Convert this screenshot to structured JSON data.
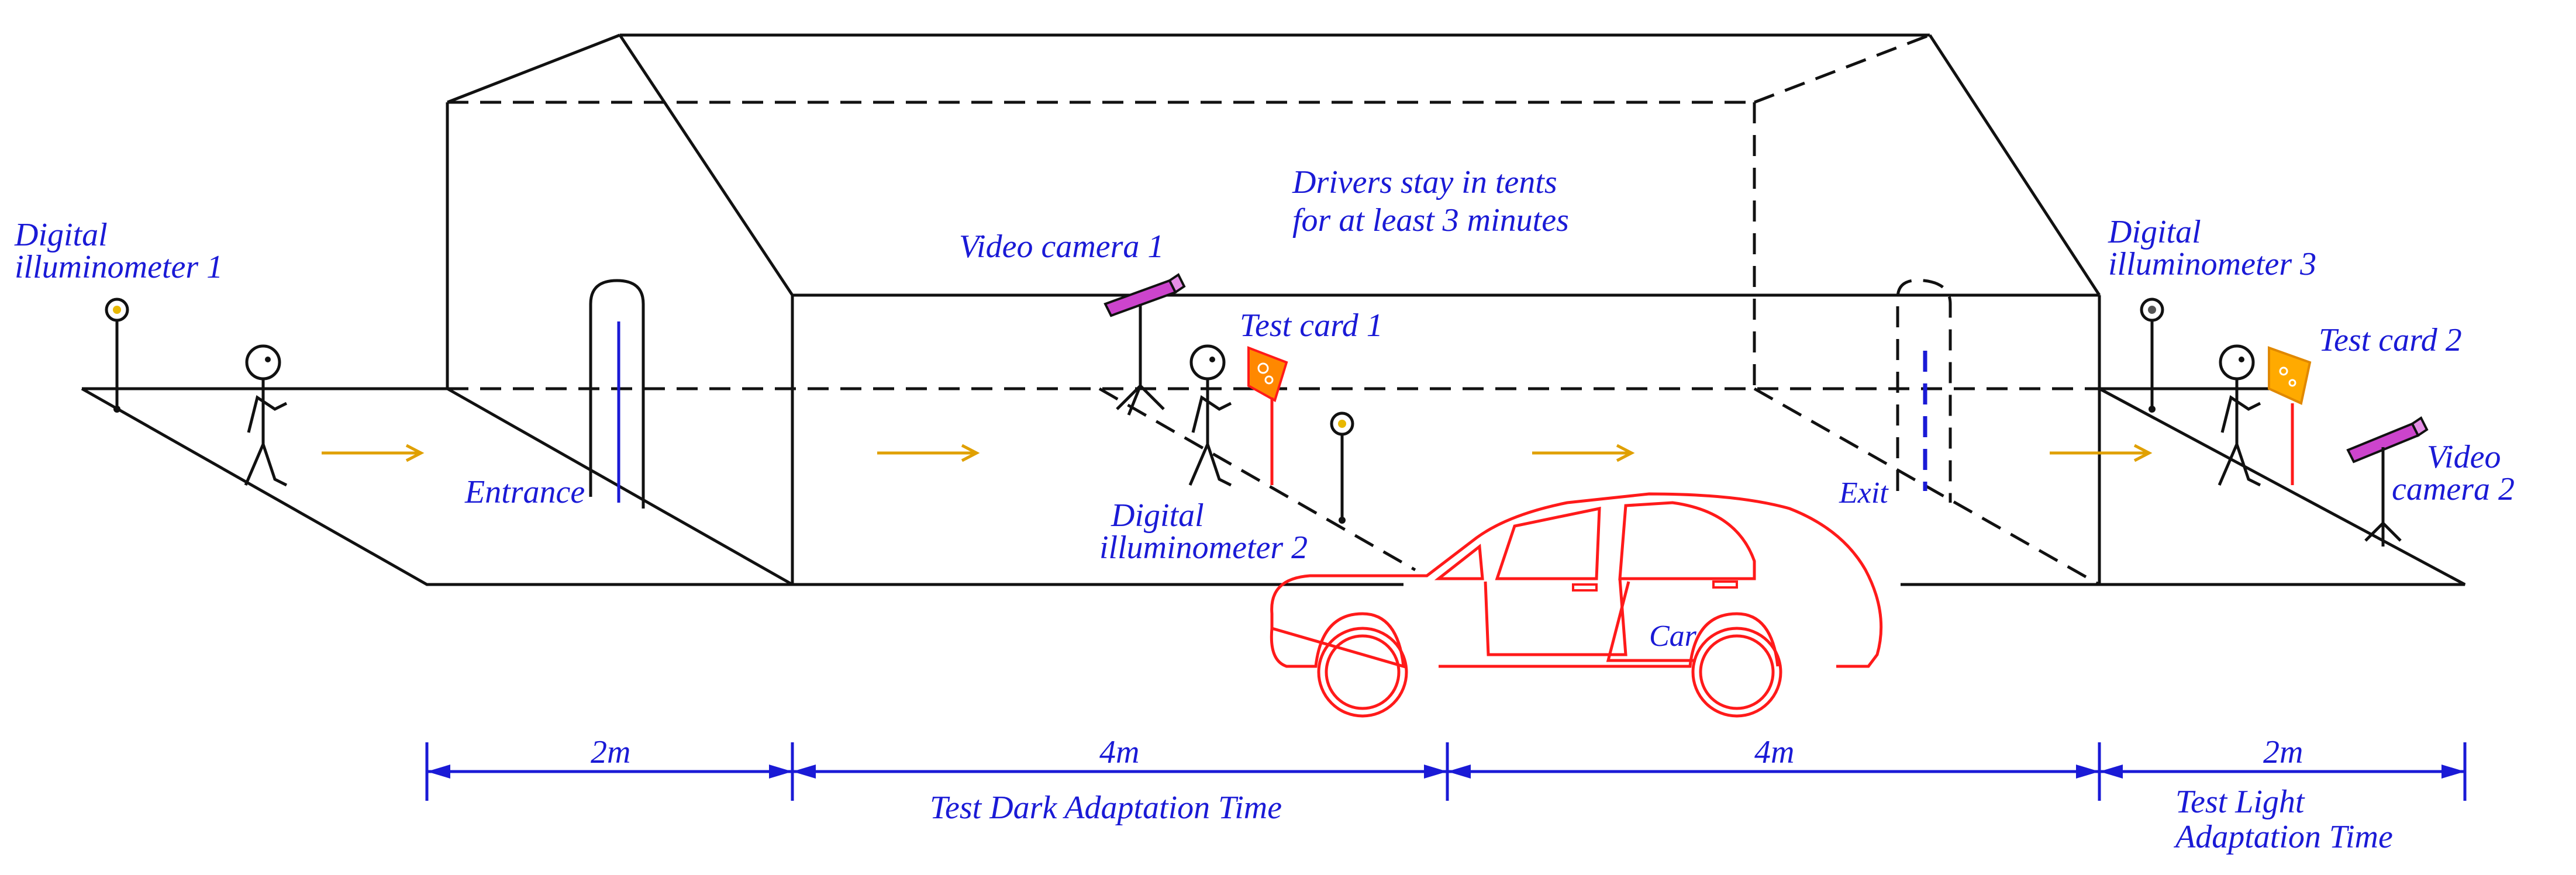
{
  "labels": {
    "illum1_l1": "Digital",
    "illum1_l2": "illuminometer 1",
    "illum2_l1": "Digital",
    "illum2_l2": "illuminometer 2",
    "illum3_l1": "Digital",
    "illum3_l2": "illuminometer 3",
    "camera1": "Video camera 1",
    "camera2_l1": "Video",
    "camera2_l2": "camera 2",
    "card1": "Test card 1",
    "card2": "Test card 2",
    "tent_l1": "Drivers stay in tents",
    "tent_l2": "for at least 3 minutes",
    "entrance": "Entrance",
    "exit": "Exit",
    "car": "Car"
  },
  "dimensions": {
    "seg1": "2m",
    "seg2": "4m",
    "seg3": "4m",
    "seg4": "2m",
    "dark_caption": "Test  Dark Adaptation Time",
    "light_caption_l1": "Test  Light",
    "light_caption_l2": "Adaptation Time"
  },
  "colors": {
    "label_blue": "#1a1ad6",
    "car_red": "#ff1a1a",
    "arrow_orange": "#e0a000",
    "camera_magenta": "#cc44cc",
    "card_orange": "#ff8800"
  }
}
